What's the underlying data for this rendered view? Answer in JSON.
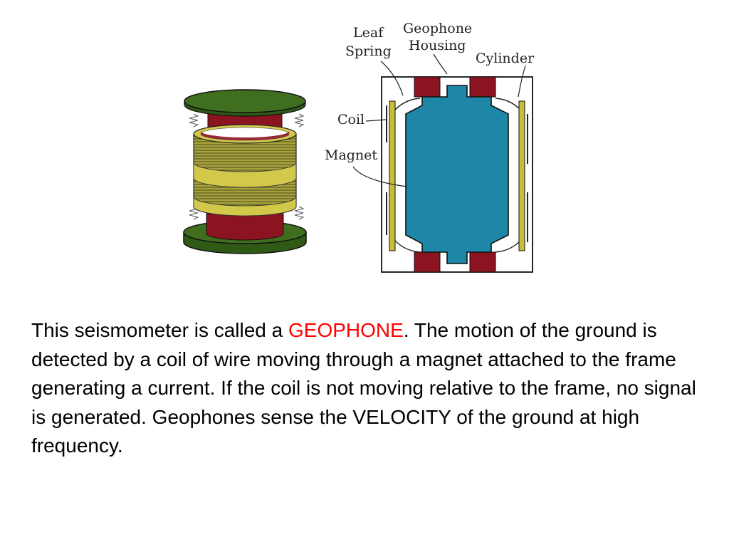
{
  "diagram": {
    "labels": {
      "leaf_spring_line1": "Leaf",
      "leaf_spring_line2": "Spring",
      "housing_line1": "Geophone",
      "housing_line2": "Housing",
      "cylinder": "Cylinder",
      "coil": "Coil",
      "magnet": "Magnet"
    }
  },
  "caption": {
    "part1": "This seismometer is called a ",
    "highlight": "GEOPHONE",
    "part2": ".  The motion of the ground is detected by a coil of wire moving through a magnet attached to the frame generating a current.  If the coil is not moving relative to the frame, no signal is generated. Geophones sense the VELOCITY of the ground at high frequency."
  },
  "colors": {
    "green": "#3f6e1e",
    "dark_red": "#8b1420",
    "olive_coil": "#a8a23a",
    "yellow_band": "#d2c84a",
    "blue": "#1e87a8",
    "highlight": "#ff0000"
  }
}
